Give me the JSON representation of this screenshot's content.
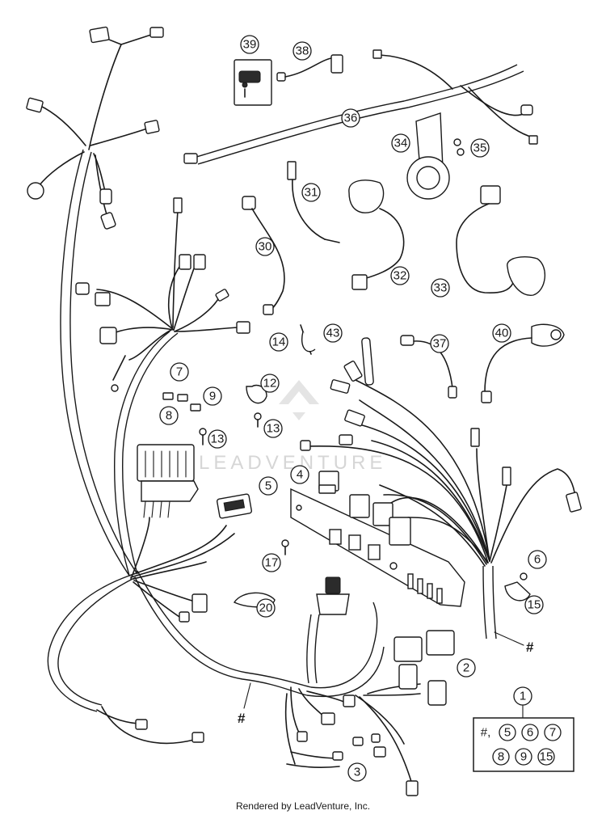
{
  "watermark": "LEADVENTURE",
  "footer": "Rendered by LeadVenture, Inc.",
  "hash_mark": "#",
  "kit": {
    "label": "1",
    "contents": [
      "#,",
      "5",
      "6",
      "7",
      "8",
      "9",
      "15"
    ]
  },
  "callouts": {
    "c2": "2",
    "c3": "3",
    "c4": "4",
    "c5": "5",
    "c6": "6",
    "c7": "7",
    "c8": "8",
    "c9": "9",
    "c12": "12",
    "c13a": "13",
    "c13b": "13",
    "c14": "14",
    "c15": "15",
    "c17": "17",
    "c20": "20",
    "c30": "30",
    "c31": "31",
    "c32": "32",
    "c33": "33",
    "c34": "34",
    "c35": "35",
    "c36": "36",
    "c37": "37",
    "c38": "38",
    "c39": "39",
    "c40": "40",
    "c43": "43"
  }
}
